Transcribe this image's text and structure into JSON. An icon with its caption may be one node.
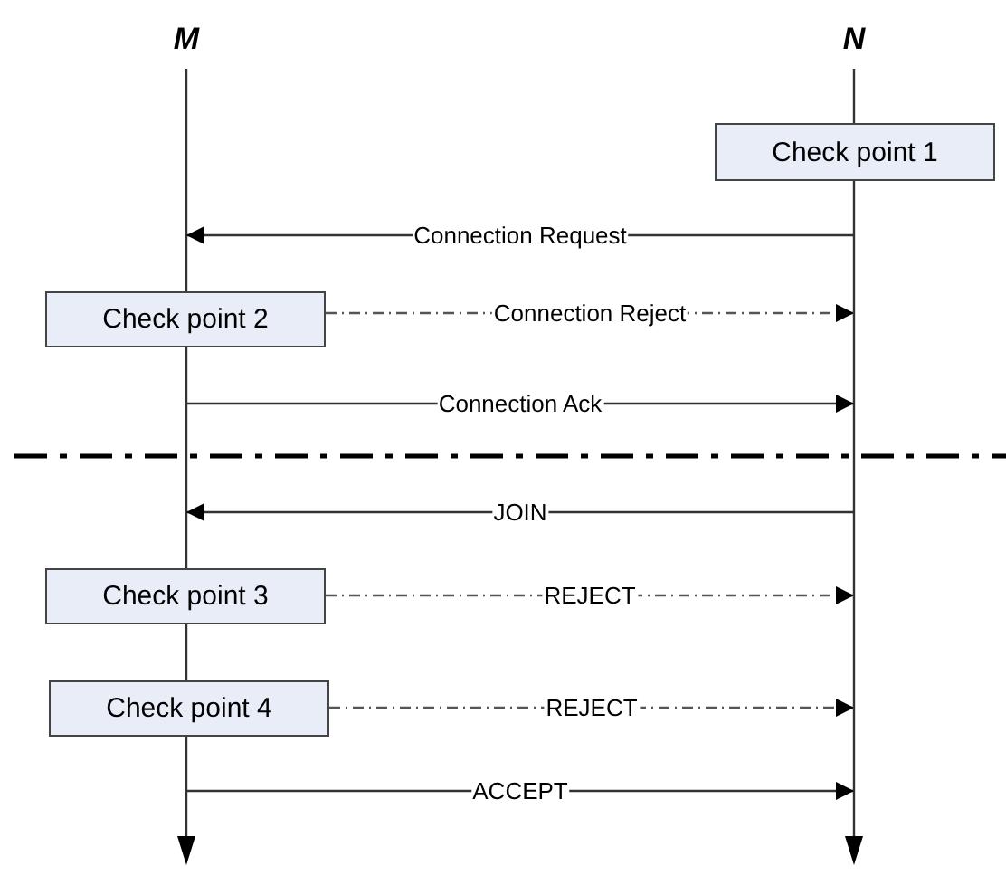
{
  "diagram": {
    "nodes": [
      {
        "text": [
          "M"
        ]
      },
      {
        "text": [
          "N"
        ]
      },
      {
        "text": [
          "Check point 1"
        ]
      },
      {
        "text": [
          "Check point 2"
        ]
      },
      {
        "text": [
          "Check point 3"
        ]
      },
      {
        "text": [
          "Check point 4"
        ]
      }
    ],
    "edges": [
      {
        "from": 1,
        "to": 0,
        "arrow": "to",
        "label": "Connection Request"
      },
      {
        "from": 3,
        "to": 1,
        "arrow": "to",
        "label": "Connection Reject",
        "style": "dashed"
      },
      {
        "from": 0,
        "to": 1,
        "arrow": "to",
        "label": "Connection Ack"
      },
      {
        "from": 1,
        "to": 0,
        "arrow": "to",
        "label": "JOIN"
      },
      {
        "from": 4,
        "to": 1,
        "arrow": "to",
        "label": "REJECT",
        "style": "dashed"
      },
      {
        "from": 5,
        "to": 1,
        "arrow": "to",
        "label": "REJECT",
        "style": "dashed"
      },
      {
        "from": 0,
        "to": 1,
        "arrow": "to",
        "label": "ACCEPT"
      }
    ]
  }
}
